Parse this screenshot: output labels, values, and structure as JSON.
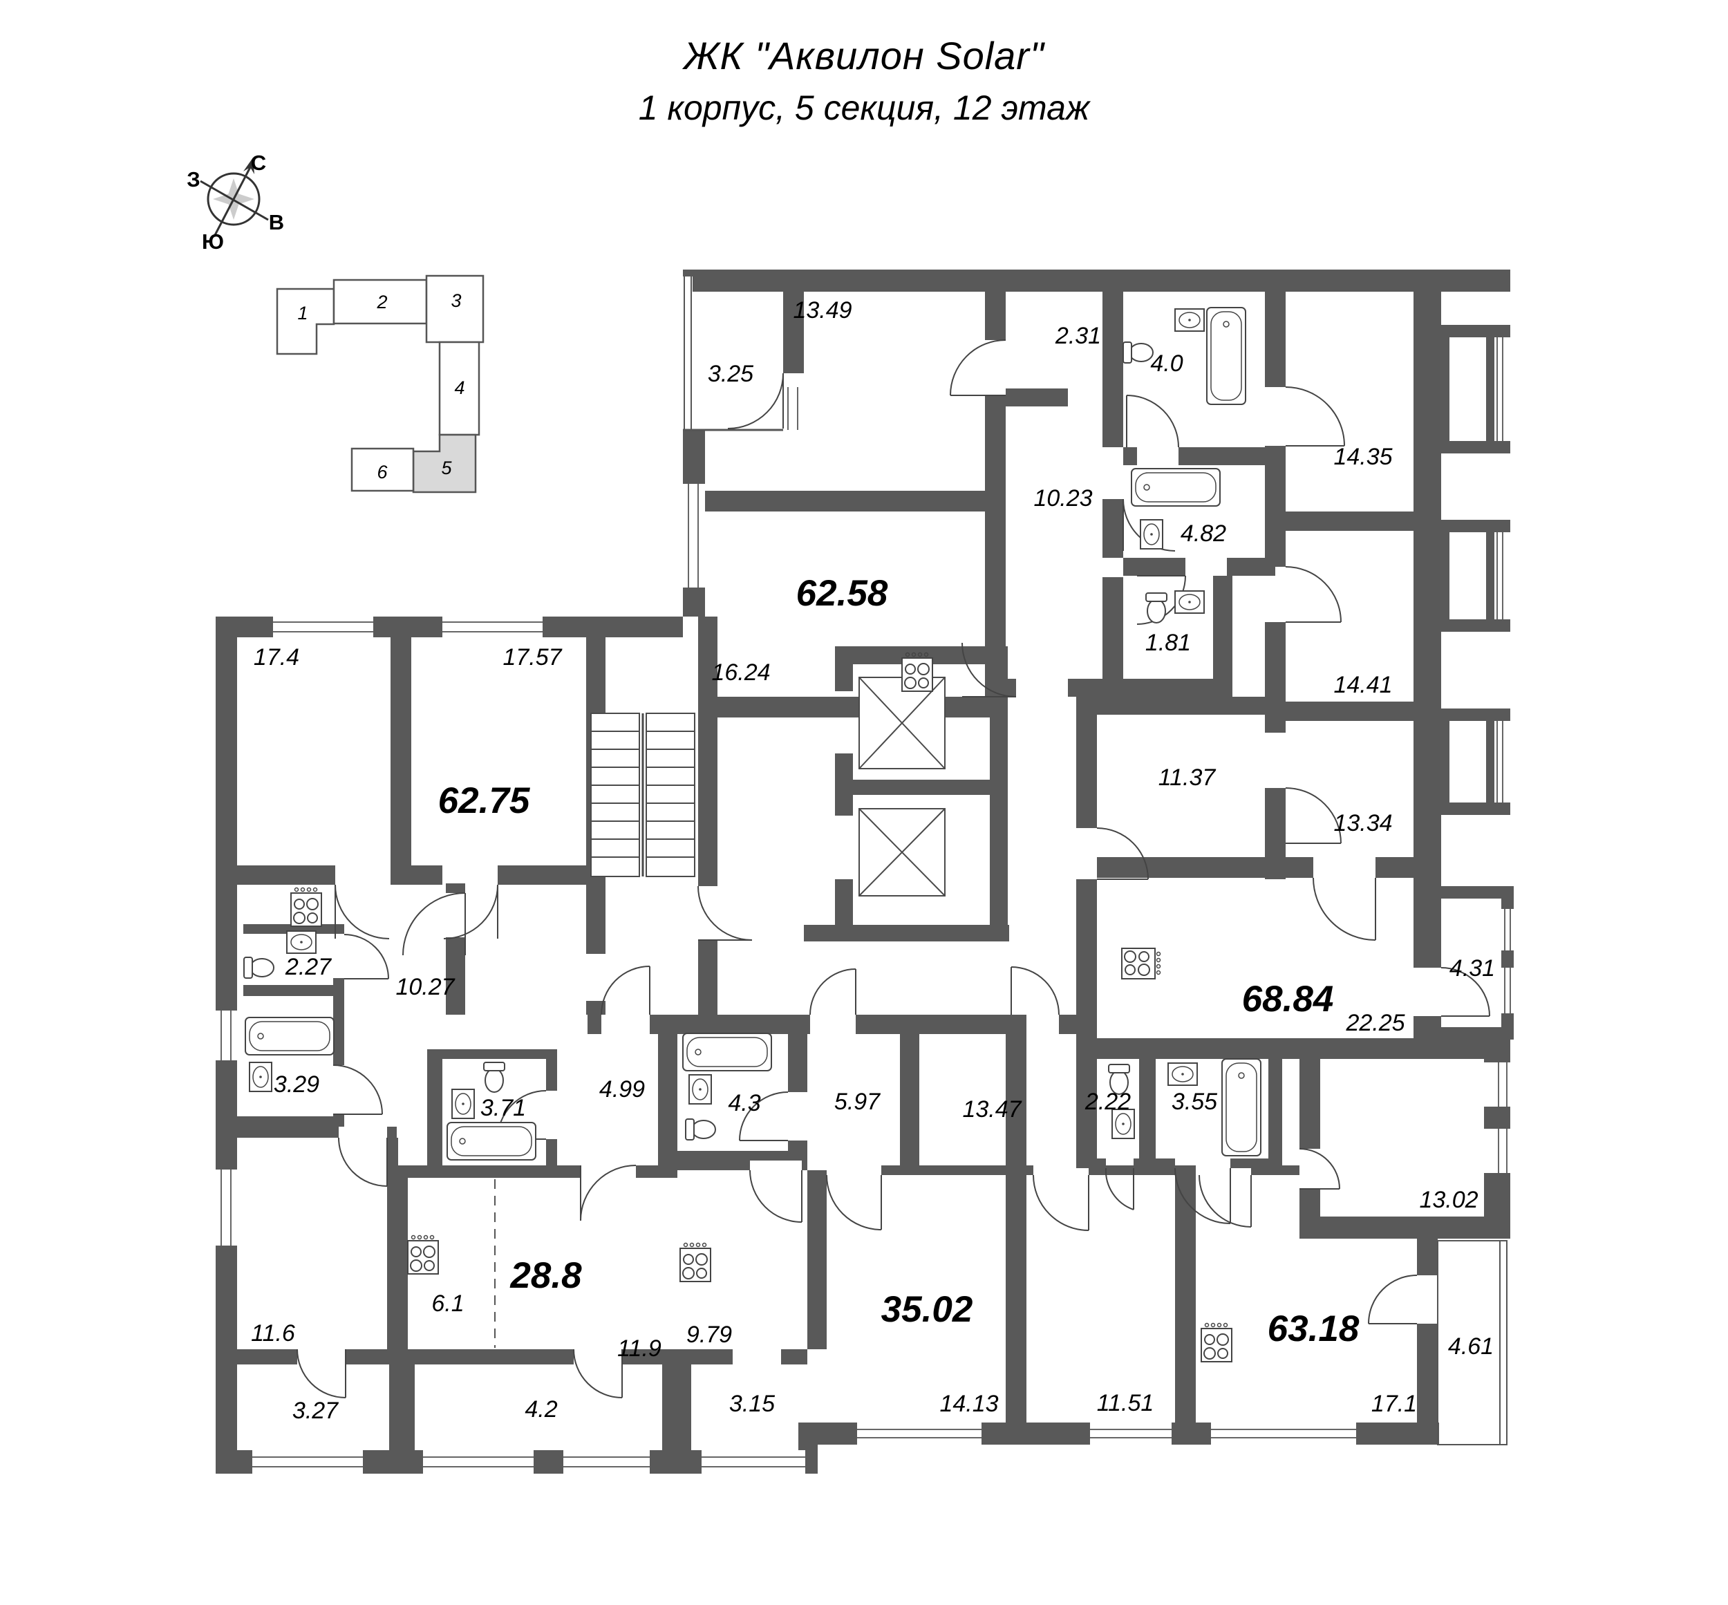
{
  "title": {
    "line1": "ЖК \"Аквилон Solar\"",
    "line2": "1 корпус, 5 секция, 12 этаж"
  },
  "compass": {
    "north": "С",
    "south": "Ю",
    "west": "З",
    "east": "В"
  },
  "key_plan": {
    "highlighted_section": "5",
    "sections": [
      {
        "number": "1"
      },
      {
        "number": "2"
      },
      {
        "number": "3"
      },
      {
        "number": "4"
      },
      {
        "number": "5"
      },
      {
        "number": "6"
      }
    ]
  },
  "plan": {
    "wall_color": "#595959",
    "key_highlight_color": "#d9d9d9",
    "rooms": [
      {
        "area": "13.49",
        "kind": "room"
      },
      {
        "area": "3.25",
        "kind": "balcony"
      },
      {
        "area": "2.31",
        "kind": "room"
      },
      {
        "area": "4.0",
        "kind": "room"
      },
      {
        "area": "14.35",
        "kind": "room"
      },
      {
        "area": "62.58",
        "kind": "total"
      },
      {
        "area": "16.24",
        "kind": "room"
      },
      {
        "area": "10.23",
        "kind": "room"
      },
      {
        "area": "4.82",
        "kind": "room"
      },
      {
        "area": "1.81",
        "kind": "room"
      },
      {
        "area": "14.41",
        "kind": "room"
      },
      {
        "area": "17.4",
        "kind": "room"
      },
      {
        "area": "17.57",
        "kind": "room"
      },
      {
        "area": "62.75",
        "kind": "total"
      },
      {
        "area": "11.37",
        "kind": "room"
      },
      {
        "area": "13.34",
        "kind": "room"
      },
      {
        "area": "68.84",
        "kind": "total"
      },
      {
        "area": "4.31",
        "kind": "balcony"
      },
      {
        "area": "22.25",
        "kind": "room"
      },
      {
        "area": "2.27",
        "kind": "room"
      },
      {
        "area": "10.27",
        "kind": "room"
      },
      {
        "area": "3.29",
        "kind": "room"
      },
      {
        "area": "3.71",
        "kind": "room"
      },
      {
        "area": "4.99",
        "kind": "room"
      },
      {
        "area": "4.3",
        "kind": "room"
      },
      {
        "area": "5.97",
        "kind": "room"
      },
      {
        "area": "13.47",
        "kind": "room"
      },
      {
        "area": "2.22",
        "kind": "room"
      },
      {
        "area": "3.55",
        "kind": "room"
      },
      {
        "area": "13.02",
        "kind": "room"
      },
      {
        "area": "11.6",
        "kind": "room"
      },
      {
        "area": "6.1",
        "kind": "room"
      },
      {
        "area": "28.8",
        "kind": "total"
      },
      {
        "area": "11.9",
        "kind": "room"
      },
      {
        "area": "9.79",
        "kind": "room"
      },
      {
        "area": "35.02",
        "kind": "total"
      },
      {
        "area": "14.13",
        "kind": "room"
      },
      {
        "area": "11.51",
        "kind": "room"
      },
      {
        "area": "63.18",
        "kind": "total"
      },
      {
        "area": "17.1",
        "kind": "room"
      },
      {
        "area": "4.61",
        "kind": "balcony"
      },
      {
        "area": "3.27",
        "kind": "balcony"
      },
      {
        "area": "4.2",
        "kind": "balcony"
      },
      {
        "area": "3.15",
        "kind": "balcony"
      }
    ],
    "icons": {
      "bathtub-icon": "bathtub fixture",
      "toilet-icon": "toilet fixture",
      "sink-icon": "washbasin fixture",
      "stove-icon": "4-burner stove",
      "elevator-icon": "elevator shaft with X",
      "stairs-icon": "staircase flights"
    }
  }
}
